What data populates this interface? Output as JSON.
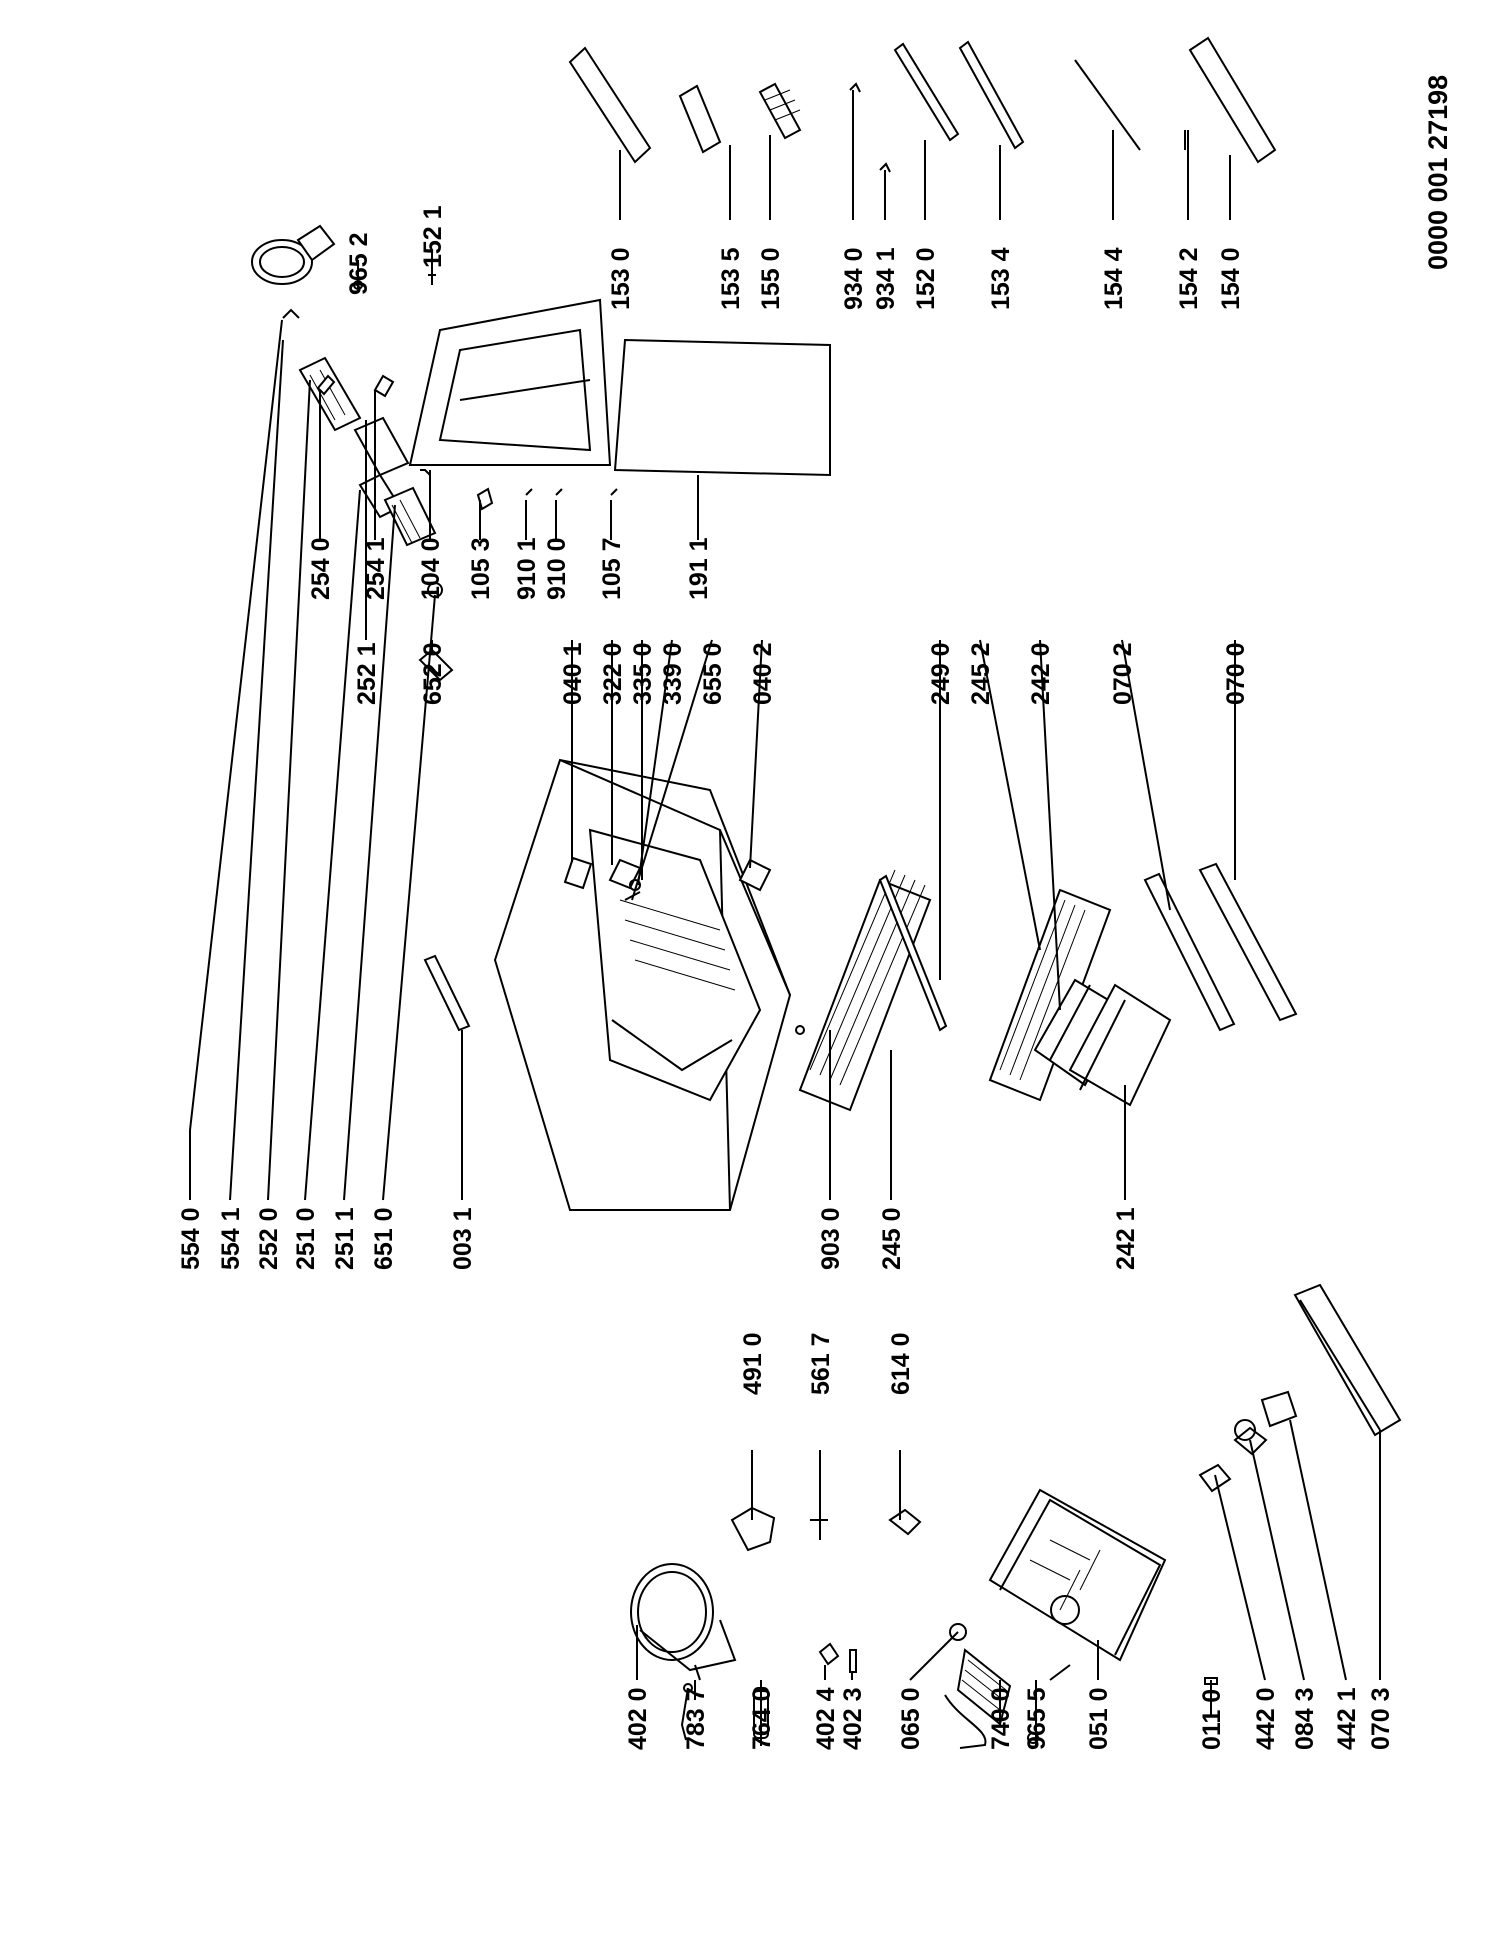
{
  "document": {
    "reference": "0000 001 27198"
  },
  "labels": {
    "l402_0": "402 0",
    "l783_7": "783 7",
    "l764_0": "764 0",
    "l402_4": "402 4",
    "l402_3": "402 3",
    "l065_0": "065 0",
    "l740_0": "740 0",
    "l965_5": "965 5",
    "l051_0": "051 0",
    "l011_0": "011 0",
    "l442_0": "442 0",
    "l084_3": "084 3",
    "l442_1": "442 1",
    "l070_3": "070 3",
    "l491_0": "491 0",
    "l561_7": "561 7",
    "l614_0": "614 0",
    "l554_0": "554 0",
    "l554_1": "554 1",
    "l252_0": "252 0",
    "l251_0": "251 0",
    "l251_1": "251 1",
    "l651_0": "651 0",
    "l003_1": "003 1",
    "l903_0": "903 0",
    "l245_0": "245 0",
    "l242_1": "242 1",
    "l252_1": "252 1",
    "l652_0": "652 0",
    "l040_1": "040 1",
    "l322_0": "322 0",
    "l335_0": "335 0",
    "l339_0": "339 0",
    "l655_0": "655 0",
    "l040_2": "040 2",
    "l249_0": "249 0",
    "l245_2": "245 2",
    "l242_0": "242 0",
    "l070_2": "070 2",
    "l070_0": "070 0",
    "l254_0": "254 0",
    "l254_1": "254 1",
    "l104_0": "104 0",
    "l105_3": "105 3",
    "l910_1": "910 1",
    "l910_0": "910 0",
    "l105_7": "105 7",
    "l191_1": "191 1",
    "l965_2": "965 2",
    "l152_1": "152 1",
    "l153_0": "153 0",
    "l153_5": "153 5",
    "l155_0": "155 0",
    "l934_0": "934 0",
    "l934_1": "934 1",
    "l152_0": "152 0",
    "l153_4": "153 4",
    "l154_4": "154 4",
    "l154_2": "154 2",
    "l154_0": "154 0"
  }
}
